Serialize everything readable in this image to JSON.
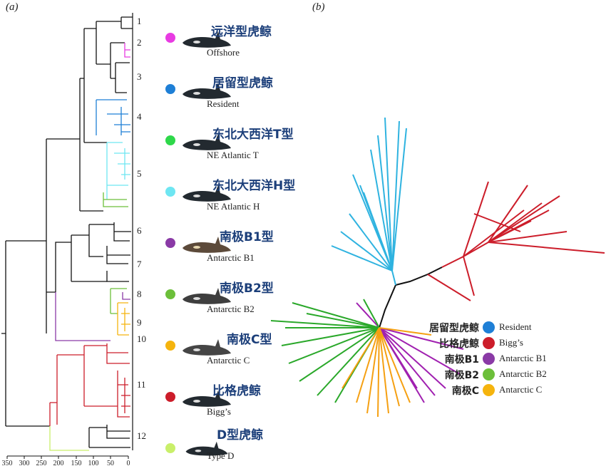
{
  "panels": {
    "a": "(a)",
    "b": "(b)"
  },
  "clusters": [
    "1",
    "2",
    "3",
    "4",
    "5",
    "6",
    "7",
    "8",
    "9",
    "10",
    "11",
    "12"
  ],
  "ecotypes": [
    {
      "zh": "远洋型虎鲸",
      "en": "Offshore",
      "color": "#e83be2",
      "icon": "killer-whale-icon"
    },
    {
      "zh": "居留型虎鲸",
      "en": "Resident",
      "color": "#1e7fd6",
      "icon": "killer-whale-icon"
    },
    {
      "zh": "东北大西洋T型",
      "en": "NE Atlantic T",
      "color": "#2ed84a",
      "icon": "killer-whale-icon"
    },
    {
      "zh": "东北大西洋H型",
      "en": "NE Atlantic H",
      "color": "#6ee6f2",
      "icon": "killer-whale-icon"
    },
    {
      "zh": "南极B1型",
      "en": "Antarctic B1",
      "color": "#8a3aa6",
      "icon": "killer-whale-icon"
    },
    {
      "zh": "南极B2型",
      "en": "Antarctic B2",
      "color": "#6cbf3a",
      "icon": "killer-whale-icon"
    },
    {
      "zh": "南极C型",
      "en": "Antarctic C",
      "color": "#f5b40e",
      "icon": "killer-whale-icon"
    },
    {
      "zh": "比格虎鲸",
      "en": "Bigg’s",
      "color": "#cc1d2a",
      "icon": "killer-whale-icon"
    },
    {
      "zh": "D型虎鲸",
      "en": "Type D",
      "color": "#c9ef6a",
      "icon": "killer-whale-icon"
    }
  ],
  "axis_ticks": [
    "350",
    "300",
    "250",
    "200",
    "150",
    "100",
    "50",
    "0"
  ],
  "legend_b": [
    {
      "zh": "居留型虎鲸",
      "en": "Resident",
      "color": "#1e7fd6"
    },
    {
      "zh": "比格虎鲸",
      "en": "Bigg’s",
      "color": "#cc1d2a"
    },
    {
      "zh": "南极B1",
      "en": "Antarctic B1",
      "color": "#8a3aa6"
    },
    {
      "zh": "南极B2",
      "en": "Antarctic B2",
      "color": "#6cbf3a"
    },
    {
      "zh": "南极C",
      "en": "Antarctic C",
      "color": "#f5b40e"
    }
  ]
}
